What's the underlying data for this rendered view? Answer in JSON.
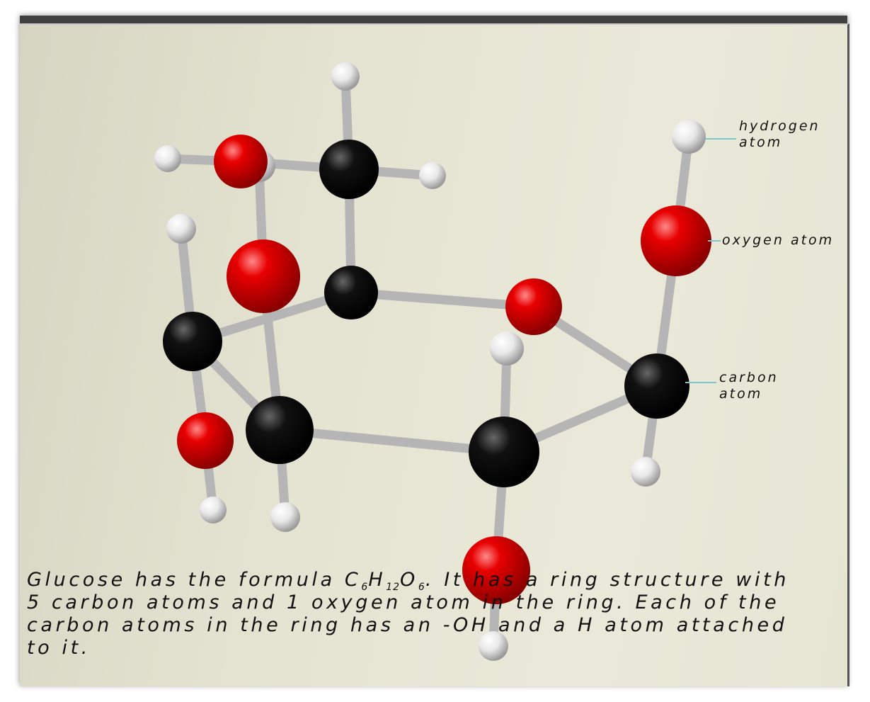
{
  "labels": {
    "hydrogen": [
      "hydrogen",
      "atom"
    ],
    "oxygen": "oxygen atom",
    "carbon": [
      "carbon",
      "atom"
    ]
  },
  "caption": {
    "line1_a": "Glucose has the formula C",
    "sub1": "6",
    "h": "H",
    "sub2": "12",
    "o": "O",
    "sub3": "6",
    "line1_b": ". It has a ring structure with",
    "line2": "5 carbon atoms and 1 oxygen atom in the ring.  Each of the",
    "line3": "carbon atoms in the ring has an -OH and a H atom attached",
    "line4": "to it."
  },
  "colors": {
    "carbon": "#000000",
    "oxygen": "#e00000",
    "hydrogen": "#ffffff",
    "bond": "#b8b8b8",
    "pointer": "#7fc4c8"
  }
}
